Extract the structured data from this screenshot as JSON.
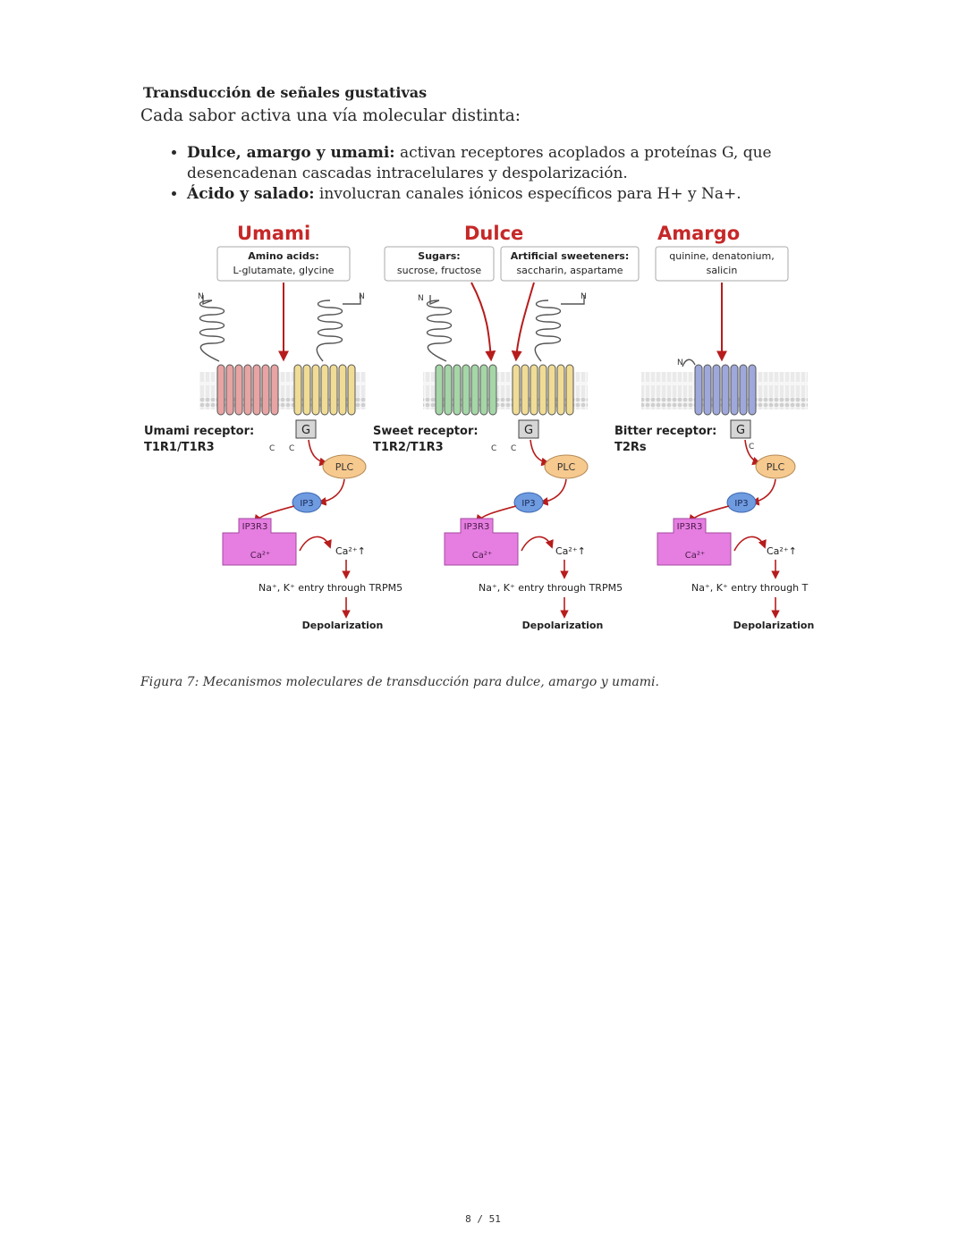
{
  "document": {
    "heading": "Transducción de señales gustativas",
    "intro": "Cada sabor activa una vía molecular distinta:",
    "bullets": [
      {
        "bold": "Dulce, amargo y umami:",
        "text": " activan receptores acoplados a proteínas G, que desencadenan cascadas intracelulares y despolarización."
      },
      {
        "bold": "Ácido y salado:",
        "text": " involucran canales iónicos específicos para H+ y Na+."
      }
    ],
    "caption": "Figura 7: Mecanismos moleculares de transducción para dulce, amargo y umami.",
    "page_number": "8 / 51"
  },
  "figure": {
    "panels": [
      {
        "title": "Umami",
        "ligand_box": {
          "heading": "Amino acids:",
          "line": "L-glutamate, glycine"
        },
        "receptor_label": "Umami receptor:",
        "receptor_name": "T1R1/T1R3",
        "trpm5": "Na⁺, K⁺ entry through TRPM5"
      },
      {
        "title": "Dulce",
        "ligand_box": {
          "heading": "Sugars:",
          "line": "sucrose, fructose"
        },
        "ligand_box_2": {
          "heading": "Artificial sweeteners:",
          "line": "saccharin, aspartame"
        },
        "receptor_label": "Sweet receptor:",
        "receptor_name": "T1R2/T1R3",
        "trpm5": "Na⁺, K⁺ entry through TRPM5"
      },
      {
        "title": "Amargo",
        "ligand_box": {
          "line1": "quinine, denatonium,",
          "line2": "salicin"
        },
        "receptor_label": "Bitter receptor:",
        "receptor_name": "T2Rs",
        "trpm5": "Na⁺, K⁺ entry through T"
      }
    ],
    "common": {
      "g_protein": "G",
      "plc": "PLC",
      "ip3": "IP3",
      "ip3r3": "IP3R3",
      "ca_store": "Ca²⁺",
      "ca_rise": "Ca²⁺↑",
      "depolarization": "Depolarization",
      "n_term": "N",
      "c_term": "C"
    },
    "colors": {
      "title_red": "#c62828",
      "arrow_red": "#b71c1c",
      "umami_subunit": "#e8a3a3",
      "t1r3_subunit": "#f0dc95",
      "sweet_subunit": "#a5d6a7",
      "bitter_subunit": "#9fa8da",
      "plc": "#f6c98f",
      "ip3": "#6f9be0",
      "ip3r3": "#e57ee0"
    }
  }
}
